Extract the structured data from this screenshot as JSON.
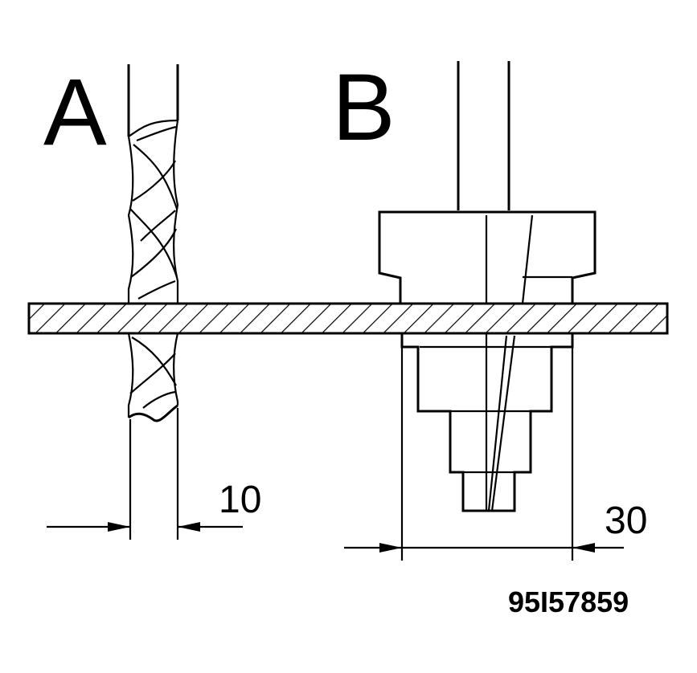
{
  "labels": {
    "a": "A",
    "b": "B"
  },
  "dimensions": {
    "a": "10",
    "b": "30"
  },
  "reference_code": "95I57859"
}
